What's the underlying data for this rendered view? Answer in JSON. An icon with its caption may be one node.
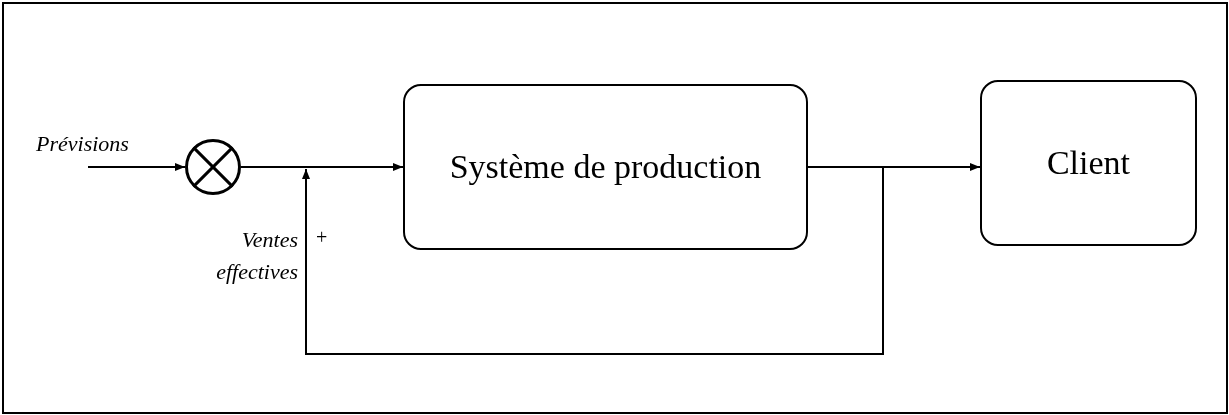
{
  "diagram": {
    "nodes": [
      {
        "text": [],
        "shape": "circle"
      },
      {
        "text": [
          "Système de production"
        ]
      },
      {
        "text": [
          "Client"
        ]
      }
    ],
    "edges": [
      {
        "from": null,
        "to": 0,
        "arrow": "to",
        "label": "Prévisions"
      },
      {
        "from": 0,
        "to": 1,
        "arrow": "to"
      },
      {
        "from": 1,
        "to": 2,
        "arrow": "to"
      },
      {
        "from": 1,
        "to": null,
        "arrow": "to",
        "label": "Ventes effectives"
      }
    ],
    "labels": [
      "+"
    ]
  }
}
